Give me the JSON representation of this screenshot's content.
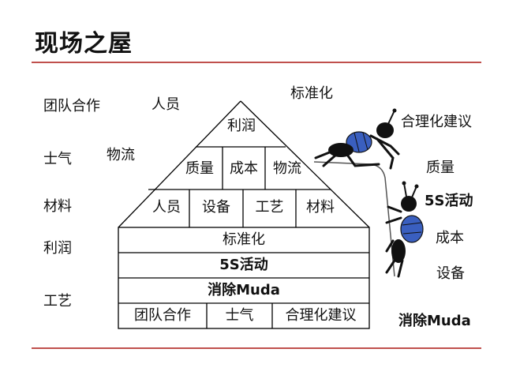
{
  "title": "现场之屋",
  "colors": {
    "rule": "#c0504d",
    "line": "#000000",
    "figure": "#111111",
    "pack": "#3a5fbf"
  },
  "house": {
    "roof_top": "利润",
    "roof_middle": [
      "质量",
      "成本",
      "物流"
    ],
    "pillars": [
      "人员",
      "设备",
      "工艺",
      "材料"
    ],
    "bands": [
      "标准化",
      "5S活动",
      "消除Muda"
    ],
    "foundation": [
      "团队合作",
      "士气",
      "合理化建议"
    ]
  },
  "left_labels": {
    "teamwork": "团队合作",
    "people": "人员",
    "morale": "士气",
    "logistics": "物流",
    "materials": "材料",
    "profit": "利润",
    "process": "工艺"
  },
  "right_labels": {
    "standardization": "标准化",
    "suggestion": "合理化建议",
    "quality": "质量",
    "five_s": "5S活动",
    "cost": "成本",
    "equipment": "设备",
    "muda": "消除Muda"
  },
  "figure_icons": [
    "ant-climber-top-icon",
    "ant-climber-bottom-icon",
    "climbing-rope-icon"
  ]
}
